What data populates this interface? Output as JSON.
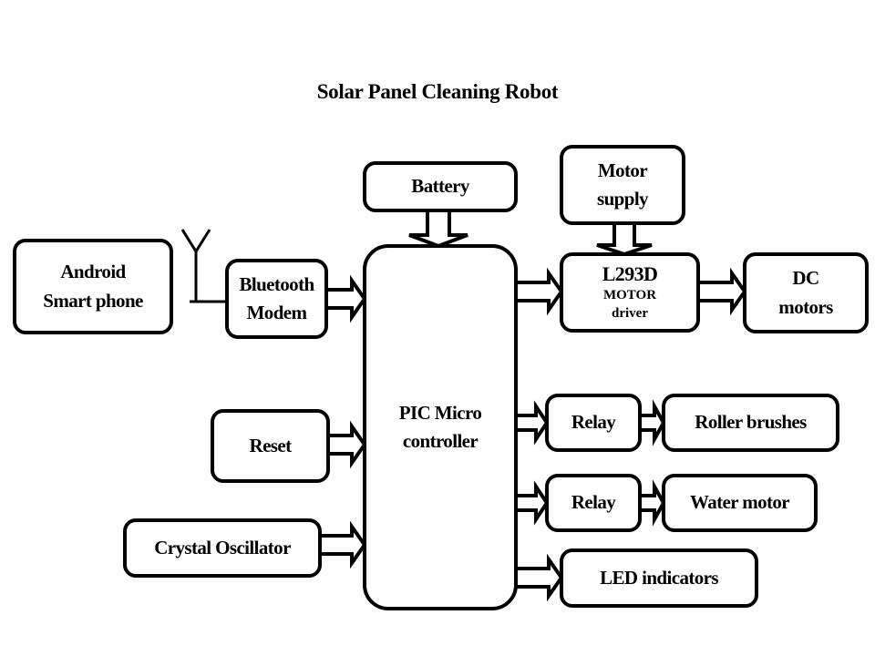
{
  "title": "Solar Panel Cleaning  Robot",
  "blocks": {
    "android": {
      "lines": [
        "Android",
        "Smart phone"
      ]
    },
    "bluetooth": {
      "lines": [
        "Bluetooth",
        "Modem"
      ]
    },
    "battery": {
      "lines": [
        "Battery"
      ]
    },
    "pic": {
      "lines": [
        "PIC Micro",
        "controller"
      ]
    },
    "motor_supply": {
      "lines": [
        "Motor",
        "supply"
      ]
    },
    "l293d": {
      "lines": [
        "L293D",
        "MOTOR",
        "driver"
      ]
    },
    "dc_motors": {
      "lines": [
        "DC",
        "motors"
      ]
    },
    "reset": {
      "lines": [
        "Reset"
      ]
    },
    "crystal": {
      "lines": [
        "Crystal Oscillator"
      ]
    },
    "relay1": {
      "lines": [
        "Relay"
      ]
    },
    "roller": {
      "lines": [
        "Roller brushes"
      ]
    },
    "relay2": {
      "lines": [
        "Relay"
      ]
    },
    "water": {
      "lines": [
        "Water motor"
      ]
    },
    "led": {
      "lines": [
        "LED indicators"
      ]
    }
  },
  "connections": [
    {
      "from": "android",
      "to": "bluetooth",
      "type": "wireless"
    },
    {
      "from": "bluetooth",
      "to": "pic"
    },
    {
      "from": "battery",
      "to": "pic"
    },
    {
      "from": "reset",
      "to": "pic"
    },
    {
      "from": "crystal",
      "to": "pic"
    },
    {
      "from": "pic",
      "to": "l293d"
    },
    {
      "from": "motor_supply",
      "to": "l293d"
    },
    {
      "from": "l293d",
      "to": "dc_motors"
    },
    {
      "from": "pic",
      "to": "relay1"
    },
    {
      "from": "relay1",
      "to": "roller"
    },
    {
      "from": "pic",
      "to": "relay2"
    },
    {
      "from": "relay2",
      "to": "water"
    },
    {
      "from": "pic",
      "to": "led"
    }
  ]
}
